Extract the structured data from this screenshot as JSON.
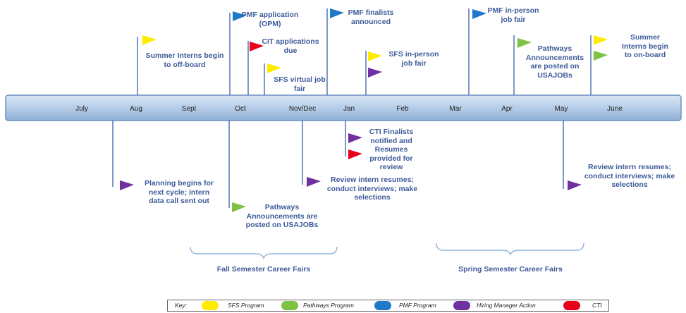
{
  "months": [
    "July",
    "Aug",
    "Sept",
    "Oct",
    "Nov/Dec",
    "Jan",
    "Feb",
    "Mar",
    "Apr",
    "May",
    "June"
  ],
  "colors": {
    "sfs": "#ffeb00",
    "pathways": "#7dc243",
    "pmf": "#1f78c8",
    "hiring": "#7030a0",
    "cti": "#e8001a",
    "line": "#3a5fa8",
    "text": "#3d5a99"
  },
  "events": {
    "summer_offboard": "Summer Interns begin\nto off-board",
    "pmf_application": "PMF application\n(OPM)",
    "cit_applications": "CIT applications\ndue",
    "sfs_virtual": "SFS virtual job\nfair",
    "pmf_finalists": "PMF finalists\nannounced",
    "sfs_inperson": "SFS in-person\njob fair",
    "pmf_inperson": "PMF in-person\njob fair",
    "pathways_spring": "Pathways\nAnnouncements\nare posted on\nUSAJOBs",
    "summer_onboard": "Summer\nInterns begin\nto on-board",
    "planning": "Planning begins for\nnext cycle;  intern\ndata call sent out",
    "pathways_fall": "Pathways\nAnnouncements are\nposted on USAJOBs",
    "review_fall": "Review intern resumes;\nconduct interviews; make\nselections",
    "cti_finalists": "CTI Finalists\nnotified and\nResumes\nprovided for\nreview",
    "review_spring": "Review intern resumes;\nconduct interviews; make\nselections"
  },
  "fairs": {
    "fall": "Fall Semester Career Fairs",
    "spring": "Spring Semester Career Fairs"
  },
  "key": {
    "title": "Key:",
    "sfs": "SFS Program",
    "pathways": "Pathways Program",
    "pmf": "PMF Program",
    "hiring": "Hiring Manager Action",
    "cti": "CTI"
  }
}
